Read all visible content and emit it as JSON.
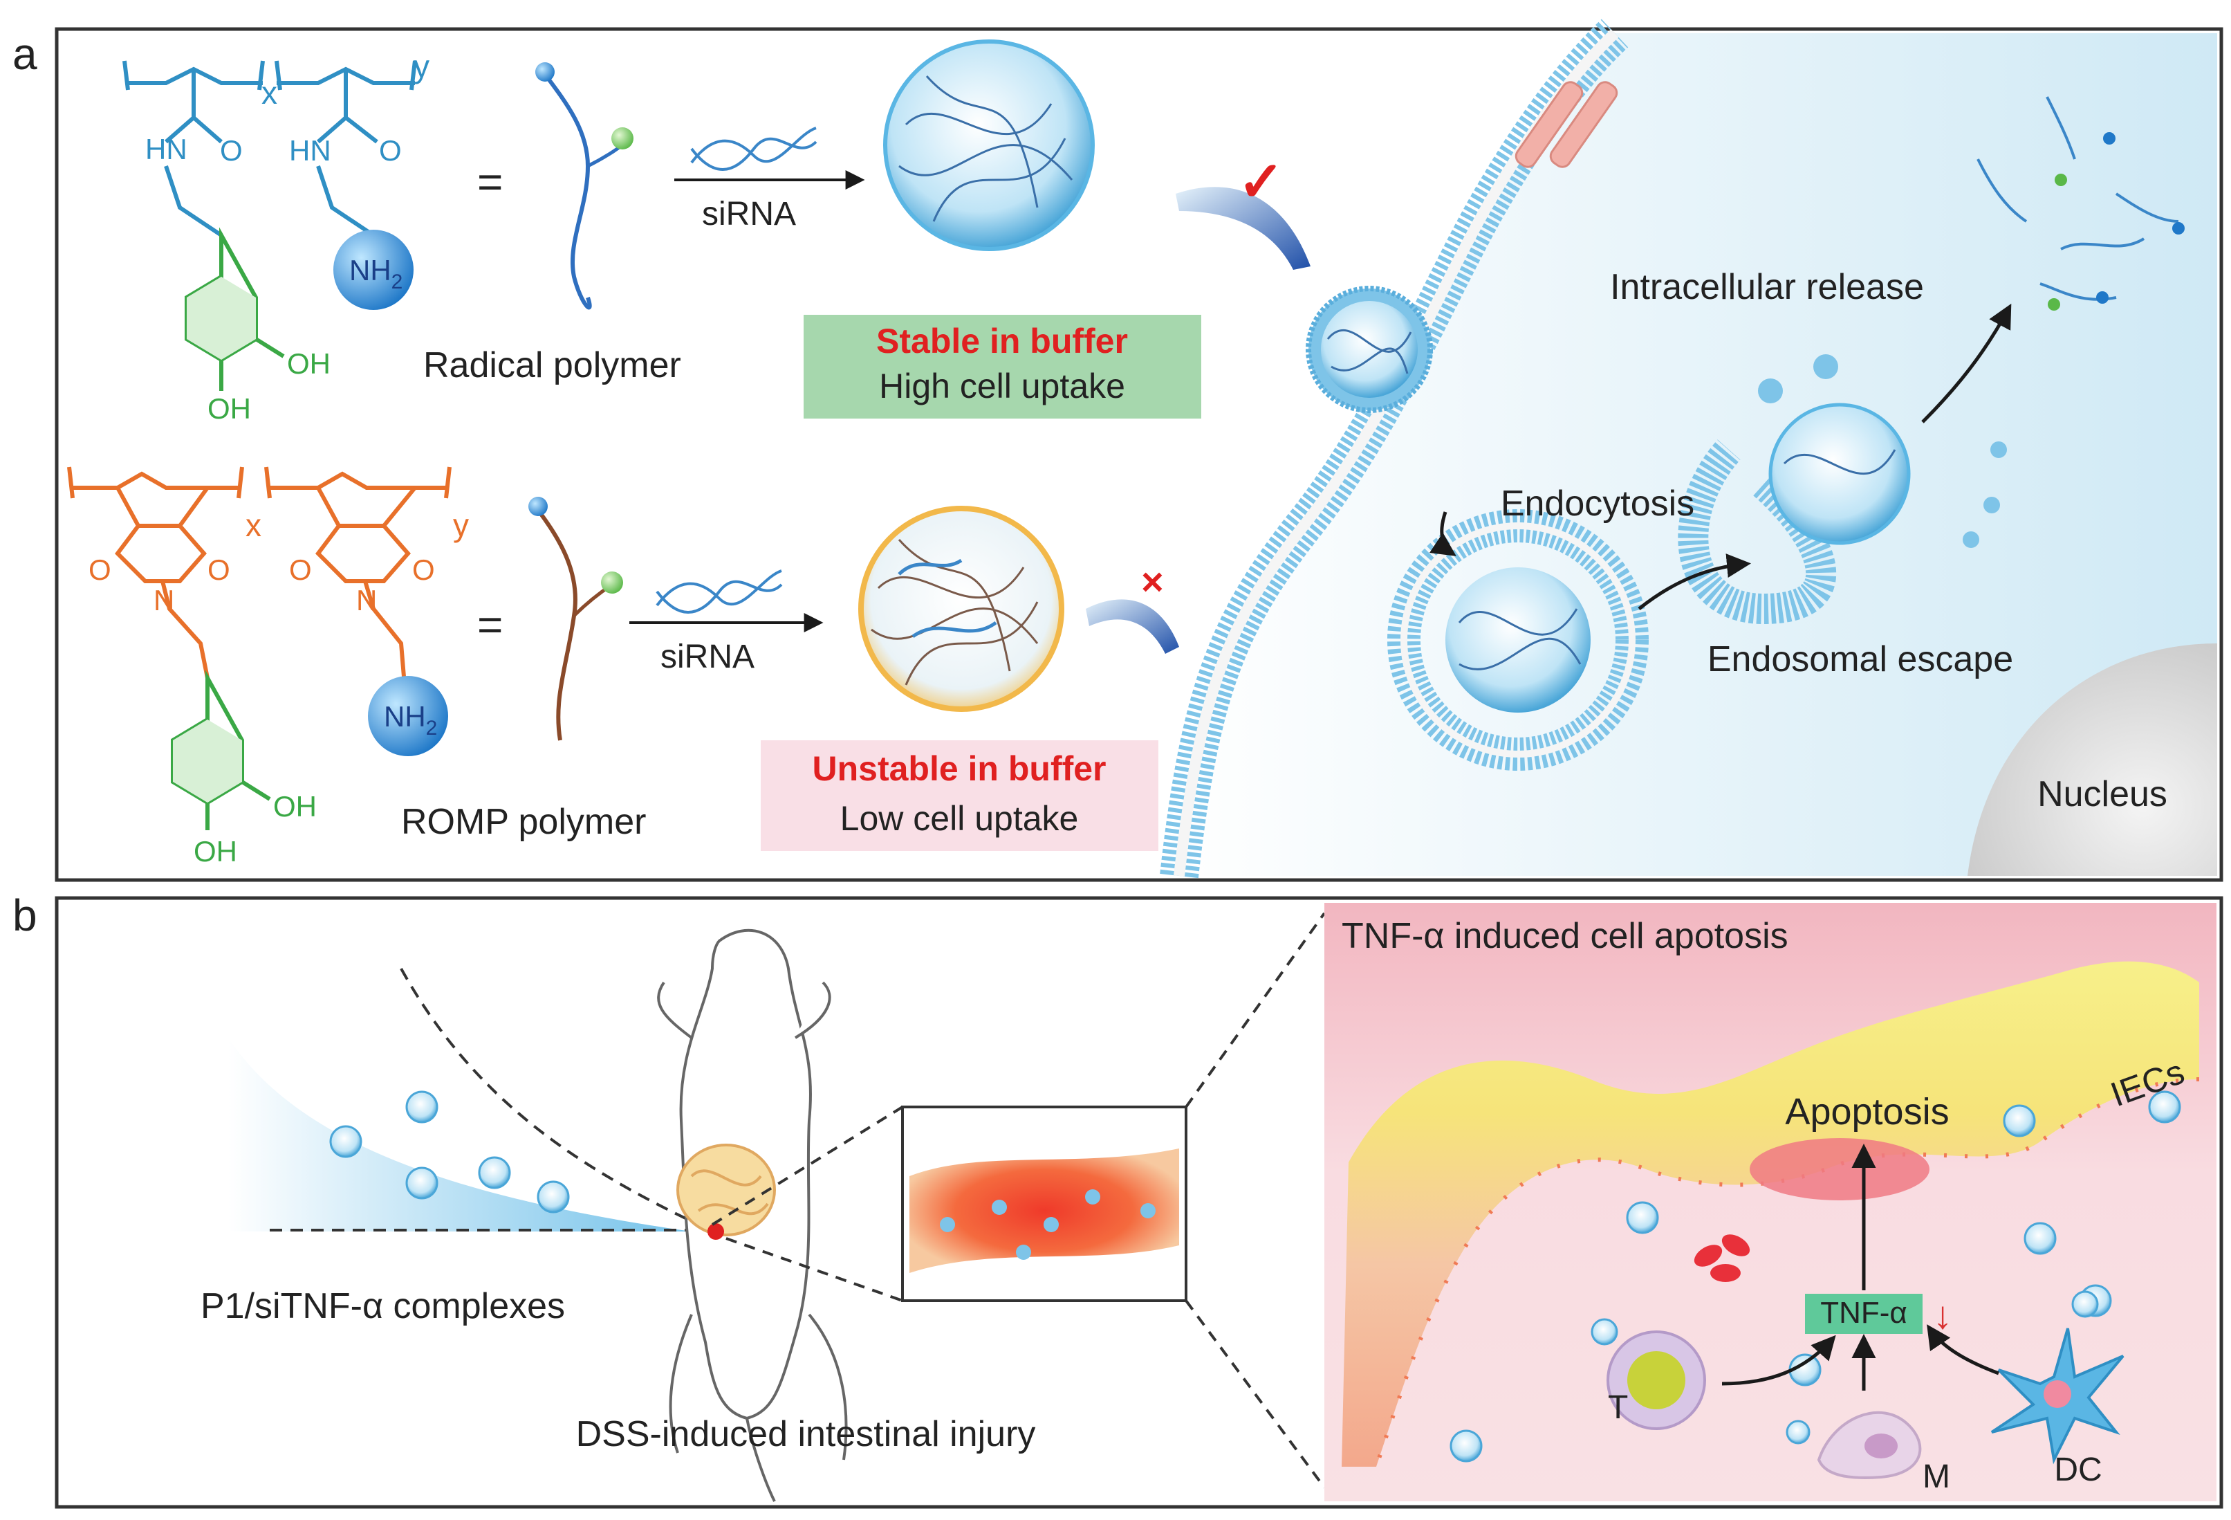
{
  "panel_a": {
    "label": "a",
    "radical": {
      "sub_x": "x",
      "sub_y": "y",
      "hn1": "HN",
      "o1": "O",
      "hn2": "HN",
      "o2": "O",
      "nh": "NH",
      "nh_sub": "2",
      "oh1": "OH",
      "oh2": "OH",
      "equals": "=",
      "sirna": "siRNA",
      "name": "Radical polymer",
      "status": "Stable in buffer",
      "uptake": "High cell uptake",
      "mark": "✓"
    },
    "romp": {
      "sub_x": "x",
      "sub_y": "y",
      "o1": "O",
      "o2": "O",
      "o3": "O",
      "o4": "O",
      "n1": "N",
      "n2": "N",
      "nh": "NH",
      "nh_sub": "2",
      "oh1": "OH",
      "oh2": "OH",
      "equals": "=",
      "sirna": "siRNA",
      "name": "ROMP polymer",
      "status": "Unstable in buffer",
      "uptake": "Low cell uptake",
      "mark": "×"
    },
    "cell": {
      "intracellular_release": "Intracellular release",
      "endocytosis": "Endocytosis",
      "endosomal_escape": "Endosomal escape",
      "nucleus": "Nucleus"
    }
  },
  "panel_b": {
    "label": "b",
    "complexes": "P1/siTNF-α complexes",
    "injury": "DSS-induced intestinal injury",
    "induced_title": "TNF-α induced cell apotosis",
    "iecs": "IECs",
    "apoptosis": "Apoptosis",
    "tnf": "TNF-α",
    "tnf_arrow": "↓",
    "t_cell": "T",
    "m_cell": "M",
    "dc_cell": "DC"
  },
  "colors": {
    "radical": "#2f8fc4",
    "romp": "#e8702a",
    "catechol": "#3aa845",
    "stable_red": "#e02020",
    "stable_box": "#a6d7ad",
    "unstable_box": "#f9dfe6",
    "cell_bg": "#d4ecf6",
    "tissue_bg": "#f7d2d8",
    "tnf_box": "#5fc99a"
  }
}
